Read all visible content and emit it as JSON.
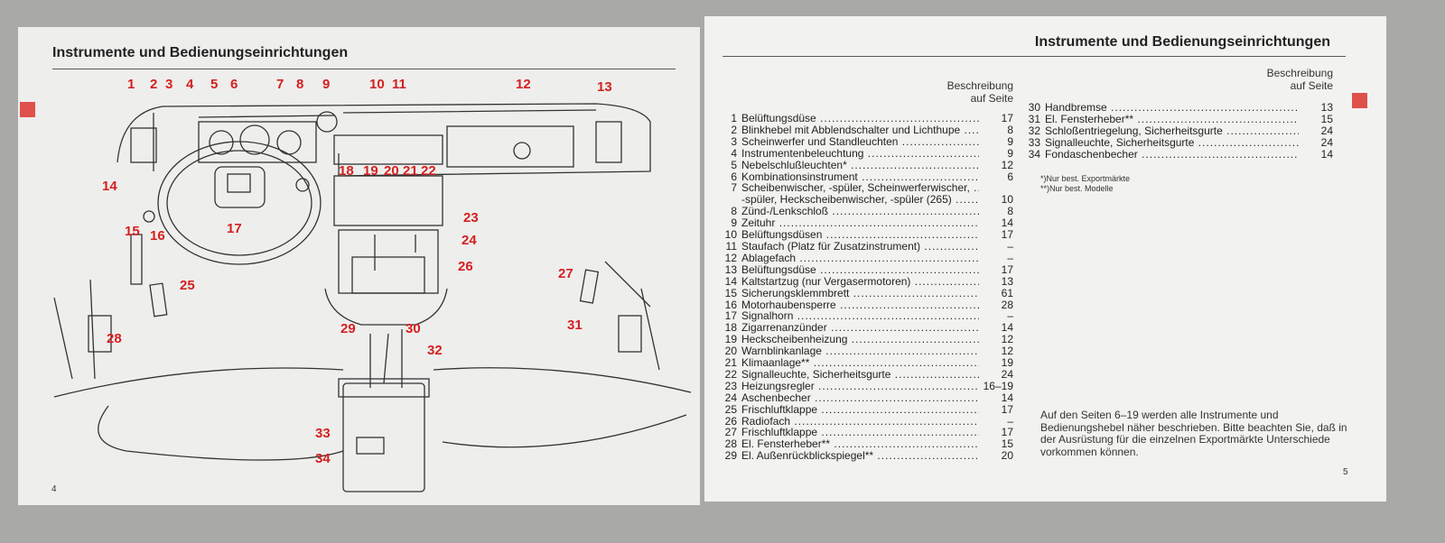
{
  "left_page": {
    "title": "Instrumente und Bedienungseinrichtungen",
    "page_number": "4",
    "callouts": [
      "1",
      "2",
      "3",
      "4",
      "5",
      "6",
      "7",
      "8",
      "9",
      "10",
      "11",
      "12",
      "13",
      "14",
      "15",
      "16",
      "17",
      "18",
      "19",
      "20",
      "21",
      "22",
      "23",
      "24",
      "25",
      "26",
      "27",
      "28",
      "29",
      "30",
      "31",
      "32",
      "33",
      "34"
    ]
  },
  "right_page": {
    "title": "Instrumente und Bedienungseinrichtungen",
    "page_number": "5",
    "header": [
      "Beschreibung",
      "auf Seite"
    ],
    "items": [
      {
        "n": "1",
        "t": "Belüftungsdüse",
        "p": "17"
      },
      {
        "n": "2",
        "t": "Blinkhebel mit Abblendschalter und Lichthupe",
        "p": "8"
      },
      {
        "n": "3",
        "t": "Scheinwerfer und Standleuchten",
        "p": "9"
      },
      {
        "n": "4",
        "t": "Instrumentenbeleuchtung",
        "p": "9"
      },
      {
        "n": "5",
        "t": "Nebelschlußleuchten*",
        "p": "12"
      },
      {
        "n": "6",
        "t": "Kombinationsinstrument",
        "p": "6"
      },
      {
        "n": "7",
        "t": "Scheibenwischer, -spüler, Scheinwerferwischer,",
        "p": ""
      },
      {
        "n": "",
        "t": "-spüler, Heckscheibenwischer, -spüler (265)",
        "p": "10"
      },
      {
        "n": "8",
        "t": "Zünd-/Lenkschloß",
        "p": "8"
      },
      {
        "n": "9",
        "t": "Zeituhr",
        "p": "14"
      },
      {
        "n": "10",
        "t": "Belüftungsdüsen",
        "p": "17"
      },
      {
        "n": "11",
        "t": "Staufach (Platz für Zusatzinstrument)",
        "p": "–"
      },
      {
        "n": "12",
        "t": "Ablagefach",
        "p": "–"
      },
      {
        "n": "13",
        "t": "Belüftungsdüse",
        "p": "17"
      },
      {
        "n": "14",
        "t": "Kaltstartzug (nur Vergasermotoren)",
        "p": "13"
      },
      {
        "n": "15",
        "t": "Sicherungsklemmbrett",
        "p": "61"
      },
      {
        "n": "16",
        "t": "Motorhaubensperre",
        "p": "28"
      },
      {
        "n": "17",
        "t": "Signalhorn",
        "p": "–"
      },
      {
        "n": "18",
        "t": "Zigarrenanzünder",
        "p": "14"
      },
      {
        "n": "19",
        "t": "Heckscheibenheizung",
        "p": "12"
      },
      {
        "n": "20",
        "t": "Warnblinkanlage",
        "p": "12"
      },
      {
        "n": "21",
        "t": "Klimaanlage**",
        "p": "19"
      },
      {
        "n": "22",
        "t": "Signalleuchte, Sicherheitsgurte",
        "p": "24"
      },
      {
        "n": "23",
        "t": "Heizungsregler",
        "p": "16–19"
      },
      {
        "n": "24",
        "t": "Aschenbecher",
        "p": "14"
      },
      {
        "n": "25",
        "t": "Frischluftklappe",
        "p": "17"
      },
      {
        "n": "26",
        "t": "Radiofach",
        "p": "–"
      },
      {
        "n": "27",
        "t": "Frischluftklappe",
        "p": "17"
      },
      {
        "n": "28",
        "t": "El. Fensterheber**",
        "p": "15"
      },
      {
        "n": "29",
        "t": "El. Außenrückblickspiegel**",
        "p": "20"
      }
    ],
    "items2": [
      {
        "n": "30",
        "t": "Handbremse",
        "p": "13"
      },
      {
        "n": "31",
        "t": "El. Fensterheber**",
        "p": "15"
      },
      {
        "n": "32",
        "t": "Schloßentriegelung, Sicherheitsgurte",
        "p": "24"
      },
      {
        "n": "33",
        "t": "Signalleuchte, Sicherheitsgurte",
        "p": "24"
      },
      {
        "n": "34",
        "t": "Fondaschenbecher",
        "p": "14"
      }
    ],
    "notes": [
      "*)Nur best. Exportmärkte",
      "**)Nur best. Modelle"
    ],
    "paragraph": "Auf den Seiten 6–19 werden alle Instrumente und Bedienungshebel näher beschrieben. Bitte beachten Sie, daß in der Ausrüstung für die einzelnen Exportmärkte Unterschiede vorkommen können."
  },
  "colors": {
    "accent": "#d42020",
    "marker": "#e0504a"
  }
}
